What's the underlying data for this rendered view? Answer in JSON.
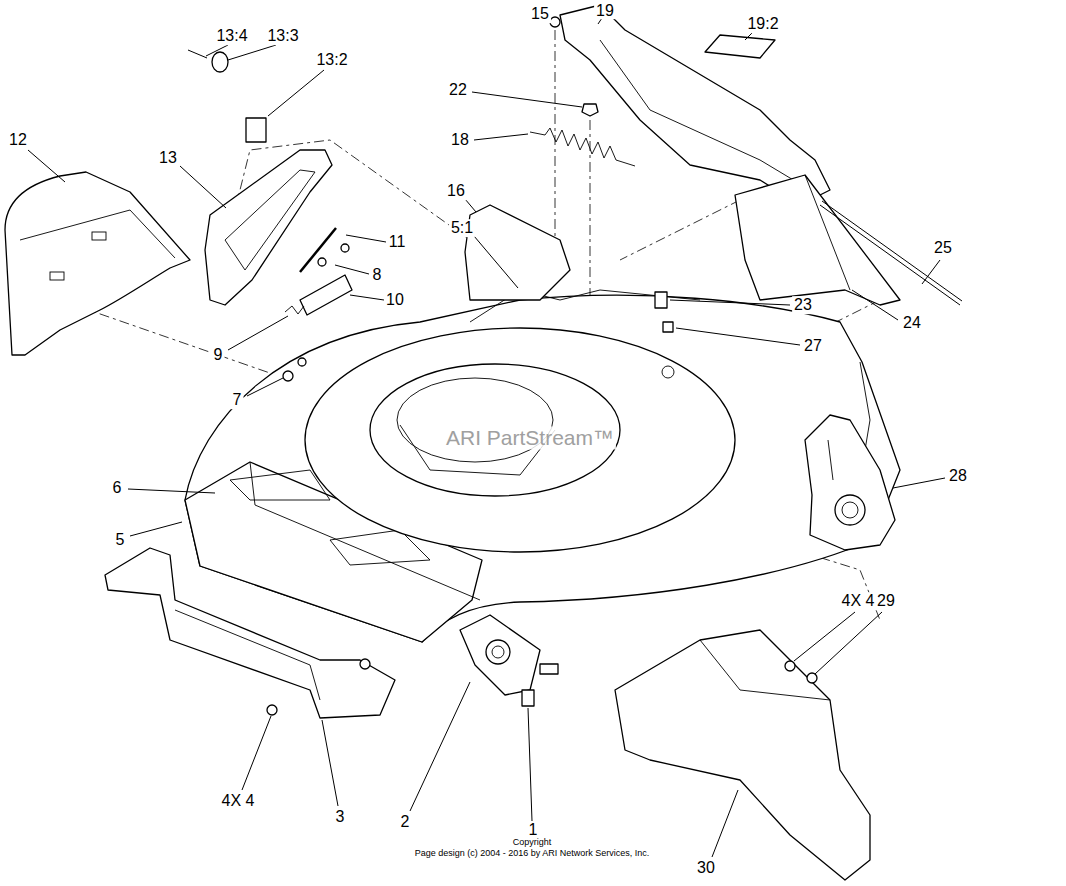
{
  "diagram": {
    "labels": [
      "13:4",
      "13:3",
      "13:2",
      "15",
      "19",
      "19:2",
      "22",
      "18",
      "12",
      "13",
      "16",
      "5:1",
      "25",
      "11",
      "8",
      "10",
      "23",
      "24",
      "27",
      "9",
      "7",
      "ARI PartStream™",
      "28",
      "6",
      "5",
      "4X 4",
      "29",
      "4X 4",
      "3",
      "2",
      "1",
      "Copyright",
      "Page design (c) 2004 - 2016 by ARI Network Services, Inc.",
      "30"
    ]
  }
}
